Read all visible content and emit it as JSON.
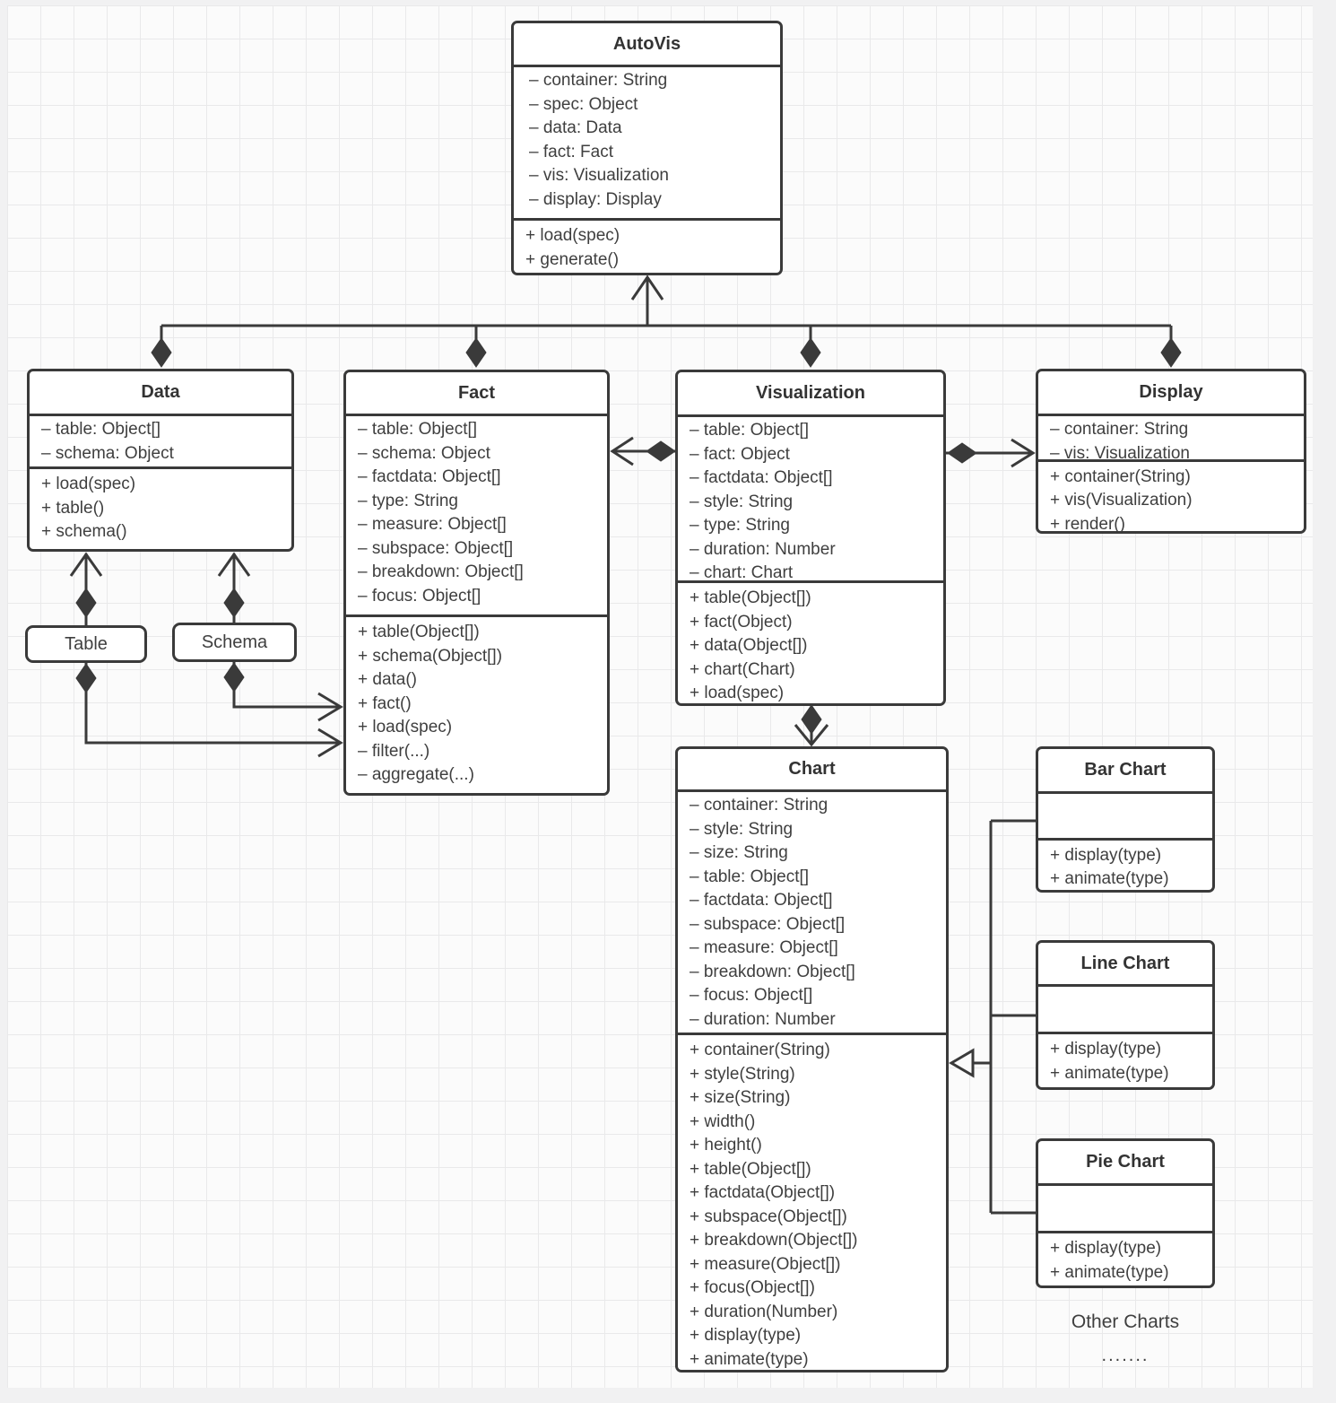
{
  "diagram": {
    "colors": {
      "canvas_bg": "#fbfbfb",
      "grid_line": "#e9e9ea",
      "box_bg": "#ffffff",
      "line": "#3a3a3a",
      "text": "#3f3f3f"
    },
    "classes": {
      "autovis": {
        "title": "AutoVis",
        "attributes": [
          "– container: String",
          "– spec: Object",
          "– data: Data",
          "– fact: Fact",
          "– vis: Visualization",
          "– display: Display"
        ],
        "methods": [
          "+ load(spec)",
          "+ generate()"
        ]
      },
      "data": {
        "title": "Data",
        "attributes": [
          "– table: Object[]",
          "– schema: Object"
        ],
        "methods": [
          "+ load(spec)",
          "+ table()",
          "+ schema()"
        ]
      },
      "fact": {
        "title": "Fact",
        "attributes": [
          "– table: Object[]",
          "– schema: Object",
          "– factdata: Object[]",
          "– type: String",
          "– measure: Object[]",
          "– subspace: Object[]",
          "– breakdown: Object[]",
          "– focus: Object[]"
        ],
        "methods": [
          "+ table(Object[])",
          "+ schema(Object[])",
          "+ data()",
          "+ fact()",
          "+ load(spec)",
          "– filter(...)",
          "– aggregate(...)"
        ]
      },
      "visualization": {
        "title": "Visualization",
        "attributes": [
          "– table: Object[]",
          "– fact: Object",
          "– factdata: Object[]",
          "– style: String",
          "– type: String",
          "– duration: Number",
          "– chart: Chart"
        ],
        "methods": [
          "+ table(Object[])",
          "+ fact(Object)",
          "+ data(Object[])",
          "+ chart(Chart)",
          "+ load(spec)"
        ]
      },
      "display": {
        "title": "Display",
        "attributes": [
          "– container: String",
          "– vis: Visualization"
        ],
        "methods": [
          "+ container(String)",
          "+ vis(Visualization)",
          "+ render()"
        ]
      },
      "chart": {
        "title": "Chart",
        "attributes": [
          "– container: String",
          "– style: String",
          "– size: String",
          "– table: Object[]",
          "– factdata: Object[]",
          "– subspace: Object[]",
          "– measure: Object[]",
          "– breakdown: Object[]",
          "– focus: Object[]",
          "– duration: Number"
        ],
        "methods": [
          "+ container(String)",
          "+ style(String)",
          "+ size(String)",
          "+ width()",
          "+ height()",
          "+ table(Object[])",
          "+ factdata(Object[])",
          "+ subspace(Object[])",
          "+ breakdown(Object[])",
          "+ measure(Object[])",
          "+ focus(Object[])",
          "+ duration(Number)",
          "+ display(type)",
          "+ animate(type)"
        ]
      },
      "bar_chart": {
        "title": "Bar Chart",
        "attributes": [],
        "methods": [
          "+ display(type)",
          "+ animate(type)"
        ]
      },
      "line_chart": {
        "title": "Line Chart",
        "attributes": [],
        "methods": [
          "+ display(type)",
          "+ animate(type)"
        ]
      },
      "pie_chart": {
        "title": "Pie Chart",
        "attributes": [],
        "methods": [
          "+ display(type)",
          "+ animate(type)"
        ]
      }
    },
    "nodes": {
      "table": {
        "label": "Table"
      },
      "schema": {
        "label": "Schema"
      }
    },
    "labels": {
      "other_charts": "Other Charts",
      "ellipsis": "......."
    },
    "relationships": [
      {
        "from": "Data",
        "to": "AutoVis",
        "type": "composition-arrow"
      },
      {
        "from": "Fact",
        "to": "AutoVis",
        "type": "composition-arrow"
      },
      {
        "from": "Visualization",
        "to": "AutoVis",
        "type": "composition-arrow"
      },
      {
        "from": "Display",
        "to": "AutoVis",
        "type": "composition-arrow"
      },
      {
        "from": "Visualization",
        "to": "Fact",
        "type": "composition-arrow"
      },
      {
        "from": "Visualization",
        "to": "Display",
        "type": "composition-arrow"
      },
      {
        "from": "Visualization",
        "to": "Chart",
        "type": "composition-arrow"
      },
      {
        "from": "Table",
        "to": "Data",
        "type": "composition-arrow"
      },
      {
        "from": "Schema",
        "to": "Data",
        "type": "composition-arrow"
      },
      {
        "from": "Table",
        "to": "Fact",
        "type": "composition-arrow"
      },
      {
        "from": "Schema",
        "to": "Fact",
        "type": "composition-arrow"
      },
      {
        "from": "Bar Chart",
        "to": "Chart",
        "type": "generalization"
      },
      {
        "from": "Line Chart",
        "to": "Chart",
        "type": "generalization"
      },
      {
        "from": "Pie Chart",
        "to": "Chart",
        "type": "generalization"
      }
    ]
  }
}
